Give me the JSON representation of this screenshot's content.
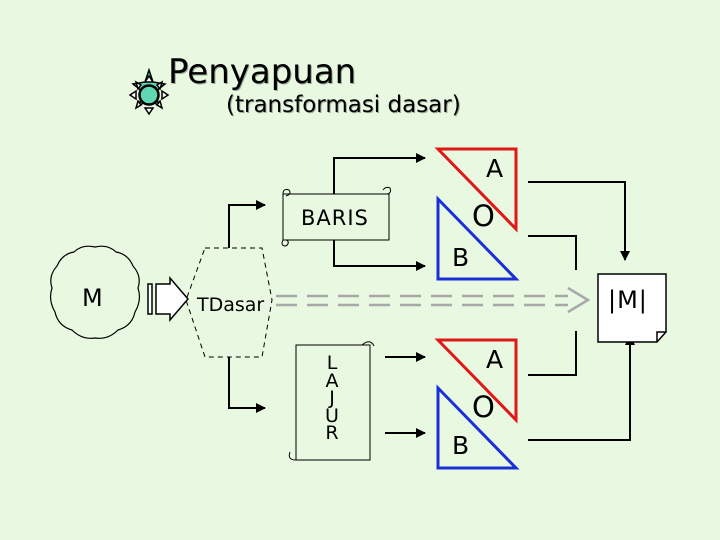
{
  "title": "Penyapuan",
  "subtitle": "(transformasi dasar)",
  "matrix_m": "M",
  "baris": "BARIS",
  "tdasar": "TDasar",
  "lajur_letters": [
    "L",
    "A",
    "J",
    "U",
    "R"
  ],
  "result": "|M|",
  "triangle_top": {
    "a": "A",
    "o": "O",
    "b": "B"
  },
  "triangle_bottom": {
    "a": "A",
    "o": "O",
    "b": "B"
  },
  "colors": {
    "background": "#e9f9e1",
    "triangle_red": "#e01818",
    "triangle_blue": "#1b2fd8",
    "sun_fill": "#5fd7b3",
    "arrow_dash": "#a8a8a8"
  }
}
